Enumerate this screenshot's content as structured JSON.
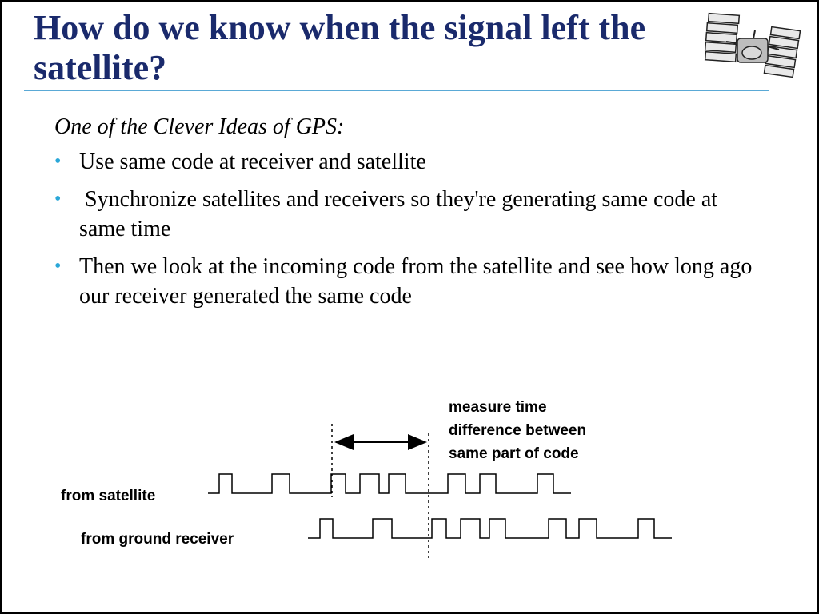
{
  "slide": {
    "title": "How do we know when the signal left the satellite?",
    "intro": "One of the Clever Ideas of GPS:",
    "bullets": [
      "Use same code at receiver and satellite",
      " Synchronize satellites and receivers so they're generating same code at same time",
      "Then we look at the incoming code from the satellite and see how long ago our receiver generated the same code"
    ],
    "bullet_color": "#2aa7d8",
    "title_color": "#1a2a6c",
    "rule_color": "#5aa9d6"
  },
  "diagram": {
    "measure_label_lines": [
      "measure time",
      "difference between",
      "same part of code"
    ],
    "satellite_label": "from satellite",
    "receiver_label": "from ground receiver"
  },
  "icons": {
    "logo": "satellite-icon"
  }
}
